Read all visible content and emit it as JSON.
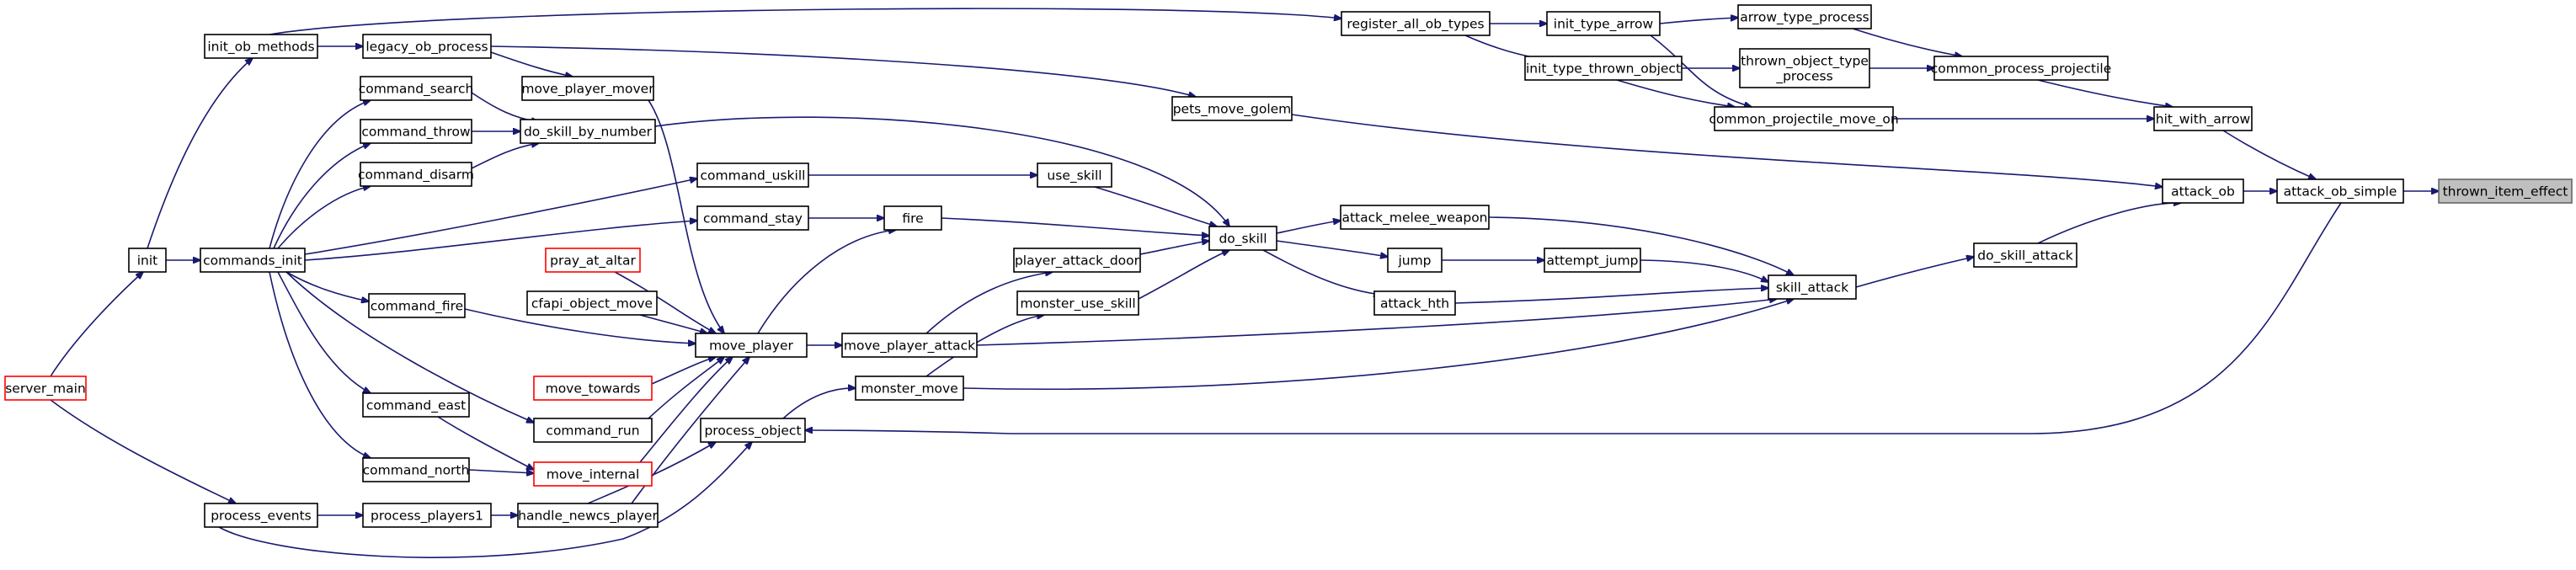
{
  "nodes": [
    {
      "id": "init_ob_methods",
      "label": "init_ob_methods"
    },
    {
      "id": "legacy_ob_process",
      "label": "legacy_ob_process"
    },
    {
      "id": "register_all_ob_types",
      "label": "register_all_ob_types"
    },
    {
      "id": "init_type_arrow",
      "label": "init_type_arrow"
    },
    {
      "id": "arrow_type_process",
      "label": "arrow_type_process"
    },
    {
      "id": "init_type_thrown_object",
      "label": "init_type_thrown_object"
    },
    {
      "id": "thrown_object_type_process",
      "label": "thrown_object_type\n_process"
    },
    {
      "id": "common_process_projectile",
      "label": "common_process_projectile"
    },
    {
      "id": "common_projectile_move_on",
      "label": "common_projectile_move_on"
    },
    {
      "id": "hit_with_arrow",
      "label": "hit_with_arrow"
    },
    {
      "id": "pets_move_golem",
      "label": "pets_move_golem"
    },
    {
      "id": "command_search",
      "label": "command_search"
    },
    {
      "id": "move_player_mover",
      "label": "move_player_mover"
    },
    {
      "id": "command_throw",
      "label": "command_throw"
    },
    {
      "id": "do_skill_by_number",
      "label": "do_skill_by_number"
    },
    {
      "id": "command_disarm",
      "label": "command_disarm"
    },
    {
      "id": "command_uskill",
      "label": "command_uskill"
    },
    {
      "id": "use_skill",
      "label": "use_skill"
    },
    {
      "id": "attack_ob",
      "label": "attack_ob"
    },
    {
      "id": "attack_ob_simple",
      "label": "attack_ob_simple"
    },
    {
      "id": "thrown_item_effect",
      "label": "thrown_item_effect"
    },
    {
      "id": "attack_melee_weapon",
      "label": "attack_melee_weapon"
    },
    {
      "id": "command_stay",
      "label": "command_stay"
    },
    {
      "id": "fire",
      "label": "fire"
    },
    {
      "id": "do_skill",
      "label": "do_skill"
    },
    {
      "id": "init",
      "label": "init"
    },
    {
      "id": "commands_init",
      "label": "commands_init"
    },
    {
      "id": "pray_at_altar",
      "label": "pray_at_altar"
    },
    {
      "id": "player_attack_door",
      "label": "player_attack_door"
    },
    {
      "id": "jump",
      "label": "jump"
    },
    {
      "id": "attempt_jump",
      "label": "attempt_jump"
    },
    {
      "id": "do_skill_attack",
      "label": "do_skill_attack"
    },
    {
      "id": "cfapi_object_move",
      "label": "cfapi_object_move"
    },
    {
      "id": "monster_use_skill",
      "label": "monster_use_skill"
    },
    {
      "id": "command_fire",
      "label": "command_fire"
    },
    {
      "id": "attack_hth",
      "label": "attack_hth"
    },
    {
      "id": "skill_attack",
      "label": "skill_attack"
    },
    {
      "id": "move_player",
      "label": "move_player"
    },
    {
      "id": "move_player_attack",
      "label": "move_player_attack"
    },
    {
      "id": "server_main",
      "label": "server_main"
    },
    {
      "id": "move_towards",
      "label": "move_towards"
    },
    {
      "id": "monster_move",
      "label": "monster_move"
    },
    {
      "id": "command_east",
      "label": "command_east"
    },
    {
      "id": "command_run",
      "label": "command_run"
    },
    {
      "id": "process_object",
      "label": "process_object"
    },
    {
      "id": "command_north",
      "label": "command_north"
    },
    {
      "id": "move_internal",
      "label": "move_internal"
    },
    {
      "id": "process_events",
      "label": "process_events"
    },
    {
      "id": "process_players1",
      "label": "process_players1"
    },
    {
      "id": "handle_newcs_player",
      "label": "handle_newcs_player"
    }
  ],
  "edges": [
    [
      "attack_ob_simple",
      "thrown_item_effect"
    ],
    [
      "attack_ob",
      "attack_ob_simple"
    ],
    [
      "hit_with_arrow",
      "attack_ob_simple"
    ],
    [
      "common_process_projectile",
      "hit_with_arrow"
    ],
    [
      "common_projectile_move_on",
      "hit_with_arrow"
    ],
    [
      "arrow_type_process",
      "common_process_projectile"
    ],
    [
      "thrown_object_type_process",
      "common_process_projectile"
    ],
    [
      "init_type_arrow",
      "arrow_type_process"
    ],
    [
      "init_type_thrown_object",
      "thrown_object_type_process"
    ],
    [
      "init_type_arrow",
      "common_projectile_move_on"
    ],
    [
      "init_type_thrown_object",
      "common_projectile_move_on"
    ],
    [
      "register_all_ob_types",
      "init_type_arrow"
    ],
    [
      "register_all_ob_types",
      "init_type_thrown_object"
    ],
    [
      "init_ob_methods",
      "register_all_ob_types"
    ],
    [
      "init",
      "init_ob_methods"
    ],
    [
      "server_main",
      "init"
    ],
    [
      "legacy_ob_process",
      "pets_move_golem"
    ],
    [
      "init_ob_methods",
      "legacy_ob_process"
    ],
    [
      "pets_move_golem",
      "attack_ob"
    ],
    [
      "do_skill_attack",
      "attack_ob"
    ],
    [
      "skill_attack",
      "do_skill_attack"
    ],
    [
      "attack_melee_weapon",
      "skill_attack"
    ],
    [
      "attempt_jump",
      "skill_attack"
    ],
    [
      "attack_hth",
      "skill_attack"
    ],
    [
      "move_player_attack",
      "skill_attack"
    ],
    [
      "monster_move",
      "skill_attack"
    ],
    [
      "jump",
      "attempt_jump"
    ],
    [
      "do_skill",
      "attack_melee_weapon"
    ],
    [
      "do_skill",
      "jump"
    ],
    [
      "do_skill",
      "attack_hth"
    ],
    [
      "do_skill_by_number",
      "do_skill"
    ],
    [
      "use_skill",
      "do_skill"
    ],
    [
      "fire",
      "do_skill"
    ],
    [
      "player_attack_door",
      "do_skill"
    ],
    [
      "monster_use_skill",
      "do_skill"
    ],
    [
      "command_uskill",
      "use_skill"
    ],
    [
      "command_stay",
      "fire"
    ],
    [
      "move_player",
      "fire"
    ],
    [
      "move_player_attack",
      "player_attack_door"
    ],
    [
      "monster_move",
      "monster_use_skill"
    ],
    [
      "move_player",
      "move_player_attack"
    ],
    [
      "process_object",
      "monster_move"
    ],
    [
      "attack_ob_simple",
      "process_object"
    ],
    [
      "process_events",
      "process_object"
    ],
    [
      "handle_newcs_player",
      "process_object"
    ],
    [
      "command_search",
      "do_skill_by_number"
    ],
    [
      "command_throw",
      "do_skill_by_number"
    ],
    [
      "command_disarm",
      "do_skill_by_number"
    ],
    [
      "commands_init",
      "command_search"
    ],
    [
      "commands_init",
      "command_throw"
    ],
    [
      "commands_init",
      "command_disarm"
    ],
    [
      "commands_init",
      "command_uskill"
    ],
    [
      "commands_init",
      "command_stay"
    ],
    [
      "commands_init",
      "command_fire"
    ],
    [
      "commands_init",
      "command_east"
    ],
    [
      "commands_init",
      "command_north"
    ],
    [
      "commands_init",
      "command_run"
    ],
    [
      "init",
      "commands_init"
    ],
    [
      "move_player_mover",
      "move_player"
    ],
    [
      "legacy_ob_process",
      "move_player_mover"
    ],
    [
      "pray_at_altar",
      "move_player"
    ],
    [
      "cfapi_object_move",
      "move_player"
    ],
    [
      "command_fire",
      "move_player"
    ],
    [
      "move_towards",
      "move_player"
    ],
    [
      "command_run",
      "move_player"
    ],
    [
      "move_internal",
      "move_player"
    ],
    [
      "handle_newcs_player",
      "move_player"
    ],
    [
      "command_east",
      "move_internal"
    ],
    [
      "command_north",
      "move_internal"
    ],
    [
      "server_main",
      "process_events"
    ],
    [
      "process_events",
      "process_players1"
    ],
    [
      "process_players1",
      "handle_newcs_player"
    ]
  ]
}
